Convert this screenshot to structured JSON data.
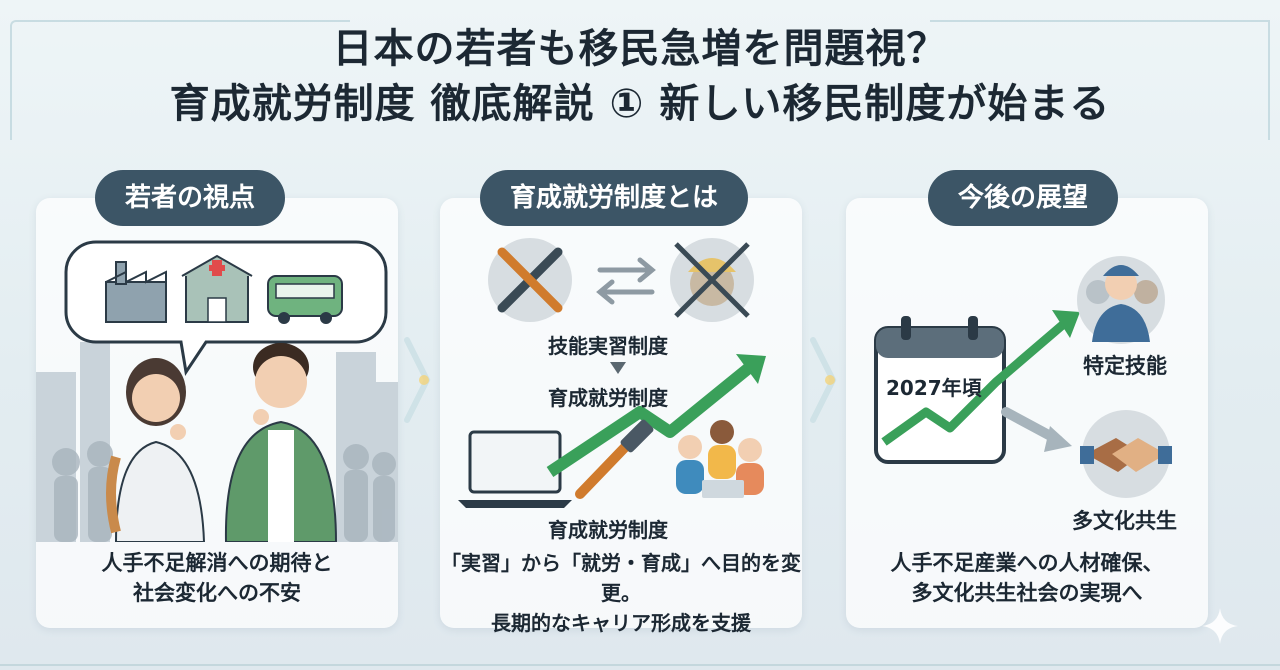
{
  "title": {
    "line1": "日本の若者も移民急増を問題視？",
    "line2": "育成就労制度 徹底解説 ① 新しい移民制度が始まる"
  },
  "panels": [
    {
      "heading": "若者の視点",
      "caption": [
        "人手不足解消への期待と",
        "社会変化への不安"
      ]
    },
    {
      "heading": "育成就労制度とは",
      "labels": {
        "old_system": "技能実習制度",
        "new_system": "育成就労制度",
        "new_system_bottom": "育成就労制度"
      },
      "caption": [
        "「実習」から「就労・育成」へ目的を変更。",
        "長期的なキャリア形成を支援"
      ]
    },
    {
      "heading": "今後の展望",
      "labels": {
        "calendar_year": "2027年頃",
        "specified_skill": "特定技能",
        "multicultural": "多文化共生"
      },
      "caption": [
        "人手不足産業への人材確保、",
        "多文化共生社会の実現へ"
      ]
    }
  ],
  "colors": {
    "heading_bg": "#3c5566",
    "arrow_green": "#3aa05a",
    "background": "#e6eff3"
  },
  "icons": [
    "factory-icon",
    "hospital-icon",
    "bus-icon",
    "tools-icon",
    "swap-arrows-icon",
    "crossed-worker-icon",
    "laptop-icon",
    "hammer-icon",
    "calendar-icon",
    "handshake-icon",
    "worker-group-icon",
    "sparkle-icon"
  ]
}
